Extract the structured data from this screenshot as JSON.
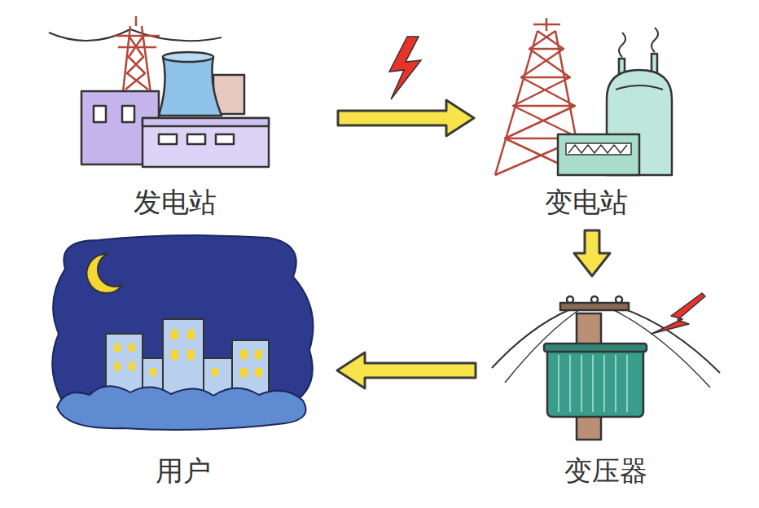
{
  "diagram": {
    "nodes": [
      {
        "text": [
          "发电站"
        ]
      },
      {
        "text": [
          "变电站"
        ]
      },
      {
        "text": [
          "变压器"
        ]
      },
      {
        "text": [
          "用户"
        ]
      }
    ],
    "edges": [
      {
        "from": 0,
        "to": 1,
        "arrow": "to"
      },
      {
        "from": 1,
        "to": 2,
        "arrow": "to"
      },
      {
        "from": 2,
        "to": 3,
        "arrow": "to"
      }
    ]
  }
}
